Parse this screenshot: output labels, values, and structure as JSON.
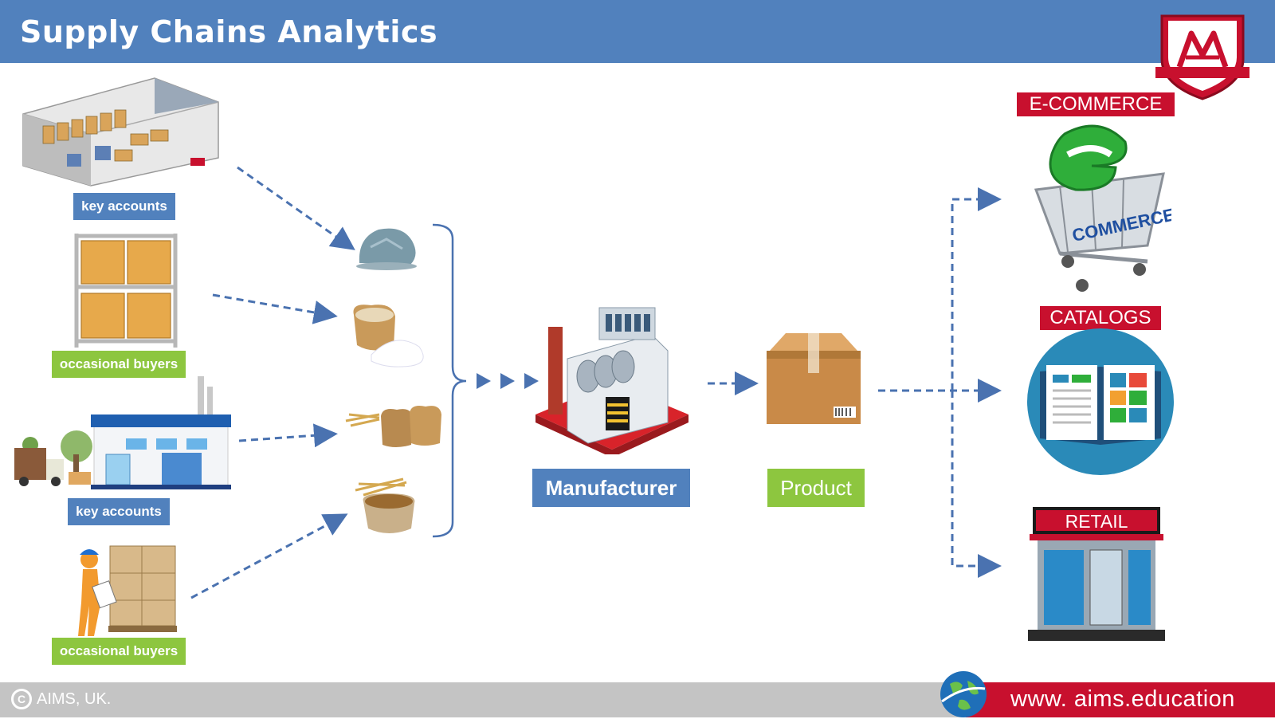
{
  "header": {
    "title": "Supply Chains Analytics"
  },
  "suppliers": [
    {
      "label": "key accounts",
      "icon": "warehouse-3d-icon"
    },
    {
      "label": "occasional buyers",
      "icon": "pallet-rack-icon"
    },
    {
      "label": "key accounts",
      "icon": "warehouse-building-icon"
    },
    {
      "label": "occasional buyers",
      "icon": "worker-boxes-icon"
    }
  ],
  "materials": [
    "stone-material-icon",
    "salt-sack-icon",
    "wheat-sacks-icon",
    "grain-bowl-icon"
  ],
  "center": {
    "manufacturer": "Manufacturer",
    "product": "Product"
  },
  "channels": {
    "ecommerce": "E-COMMERCE",
    "ecommerce_cart_text": "COMMERCE",
    "catalogs": "CATALOGS",
    "retail": "RETAIL",
    "retail_sign": "RETAIL"
  },
  "footer": {
    "copyright": "AIMS, UK.",
    "website": "www. aims.education"
  },
  "colors": {
    "header": "#5181bd",
    "blue_tag": "#5181bd",
    "green_tag": "#8dc63f",
    "red": "#c8102e",
    "footer": "#c4c4c4",
    "arrow": "#4a72b0"
  }
}
